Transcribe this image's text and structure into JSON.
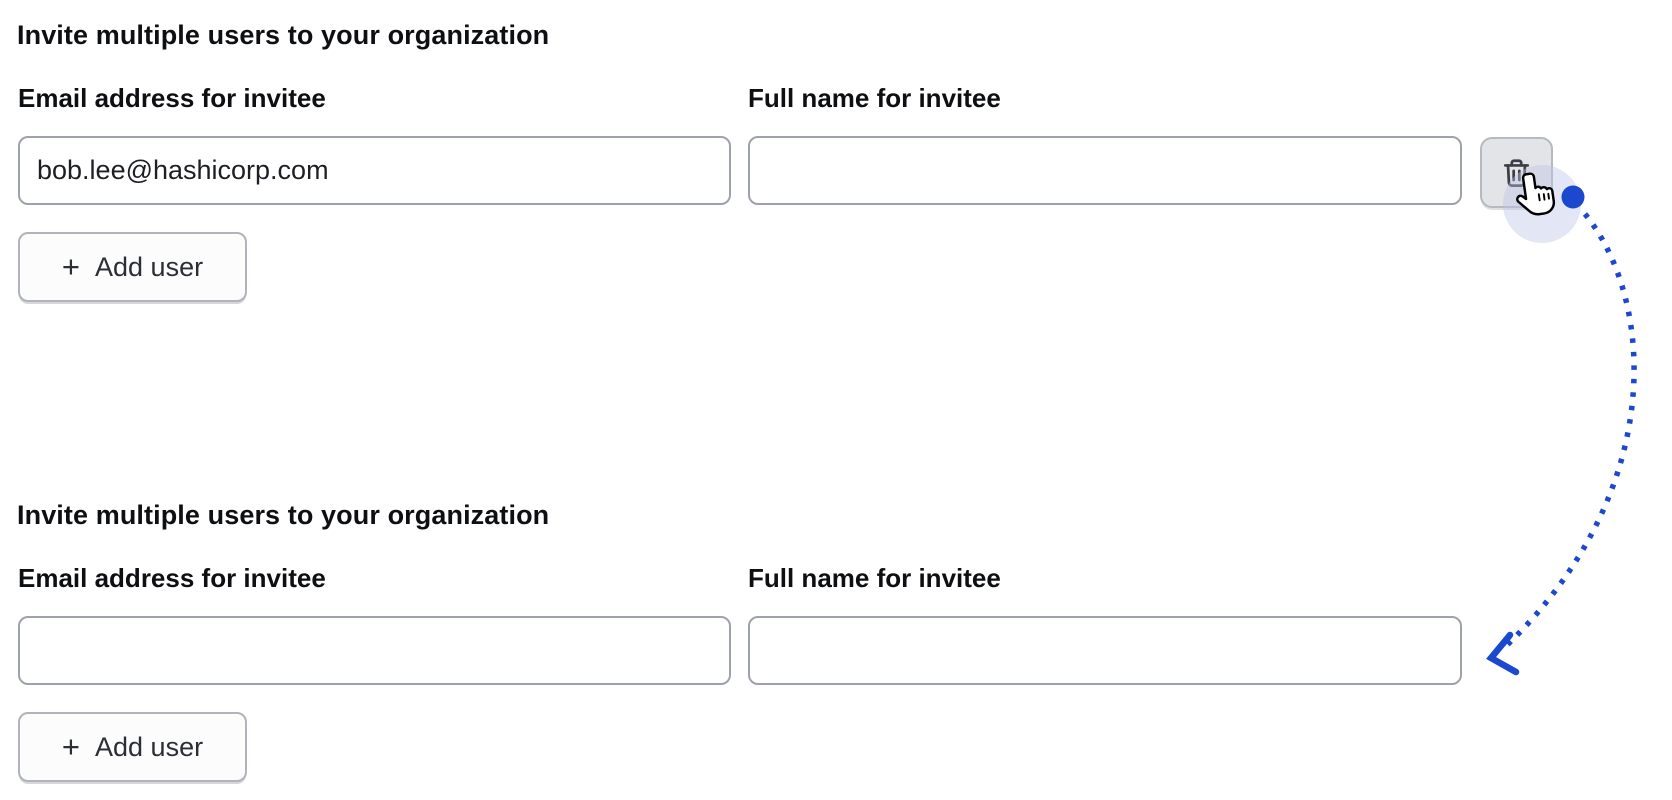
{
  "forms": [
    {
      "heading": "Invite multiple users to your organization",
      "email_field": {
        "label": "Email address for invitee",
        "value": "bob.lee@hashicorp.com"
      },
      "name_field": {
        "label": "Full name for invitee",
        "value": ""
      },
      "add_button": {
        "plus": "+",
        "label": "Add user"
      },
      "delete_button": {
        "icon": "trash-icon"
      }
    },
    {
      "heading": "Invite multiple users to your organization",
      "email_field": {
        "label": "Email address for invitee",
        "value": ""
      },
      "name_field": {
        "label": "Full name for invitee",
        "value": ""
      },
      "add_button": {
        "plus": "+",
        "label": "Add user"
      }
    }
  ],
  "annotation": {
    "cursor_icon": "pointer-hand-cursor",
    "arrow_color": "#1c48cf",
    "dot_color": "#1c48cf",
    "highlight_color": "#bcc3e8"
  },
  "colors": {
    "page_background": "#ffffff",
    "text": "#0e0f13",
    "input_border": "#9ea2ad",
    "input_text": "#1d1f24",
    "button_background": "#fcfcfd",
    "button_border": "#b0b3bb",
    "trash_button_background": "#e3e4e7",
    "trash_button_border": "#b7b9c1",
    "icon": "#3c3e46"
  }
}
